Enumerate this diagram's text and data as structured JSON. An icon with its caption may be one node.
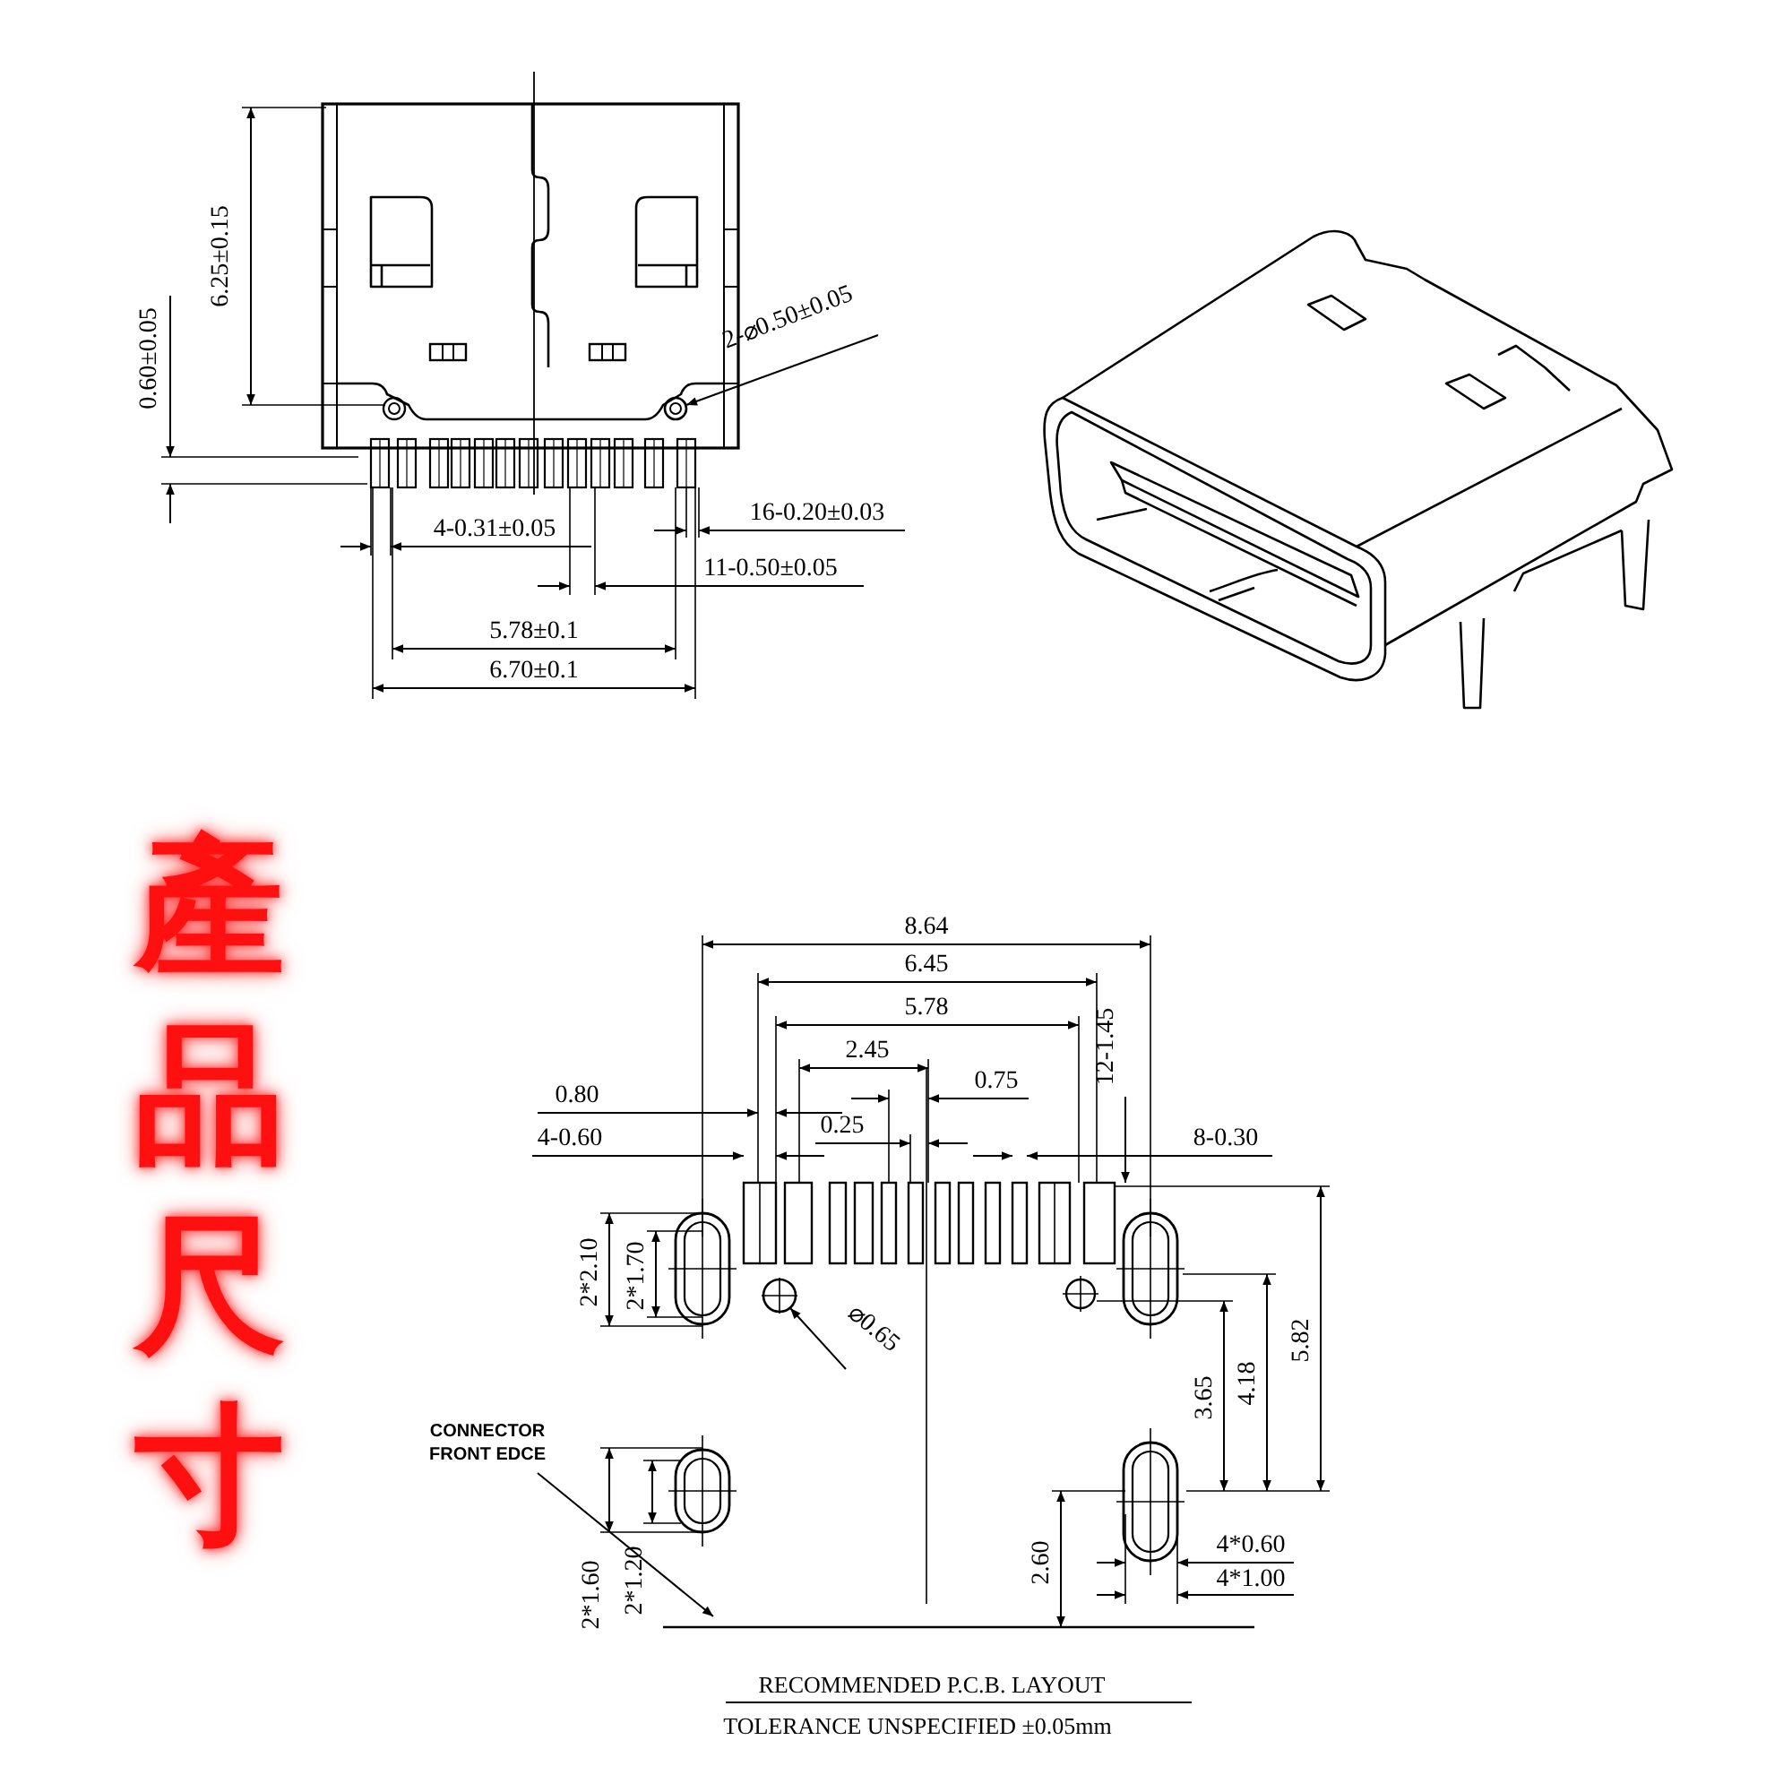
{
  "diagram": {
    "title": "產品尺寸",
    "nodes": [
      {
        "text": [
          "2-⌀0.50±0.05"
        ]
      },
      {
        "text": [],
        "shape": "circle"
      },
      {
        "text": [
          "⌀0.65"
        ]
      },
      {
        "text": [],
        "shape": "circle"
      },
      {
        "text": [
          "CONNECTOR FRONT EDCE"
        ]
      }
    ],
    "edges": [
      {
        "from": 0,
        "to": 1,
        "arrow": "to"
      },
      {
        "from": 2,
        "to": 3,
        "arrow": "to"
      },
      {
        "from": 4,
        "to": null,
        "arrow": "to"
      }
    ],
    "labels": [
      "6.25±0.15",
      "0.60±0.05",
      "16-0.20±0.03",
      "4-0.31±0.05",
      "11-0.50±0.05",
      "5.78±0.1",
      "6.70±0.1",
      "8.64",
      "6.45",
      "5.78",
      "12-1.45",
      "2.45",
      "0.75",
      "0.80",
      "0.25",
      "4-0.60",
      "8-0.30",
      "2*2.10",
      "2*1.70",
      "3.65",
      "4.18",
      "5.82",
      "2*1.60",
      "2*1.20",
      "2.60",
      "4*0.60",
      "4*1.00",
      "RECOMMENDED P.C.B. LAYOUT",
      "TOLERANCE UNSPECIFIED ±0.05mm"
    ]
  }
}
